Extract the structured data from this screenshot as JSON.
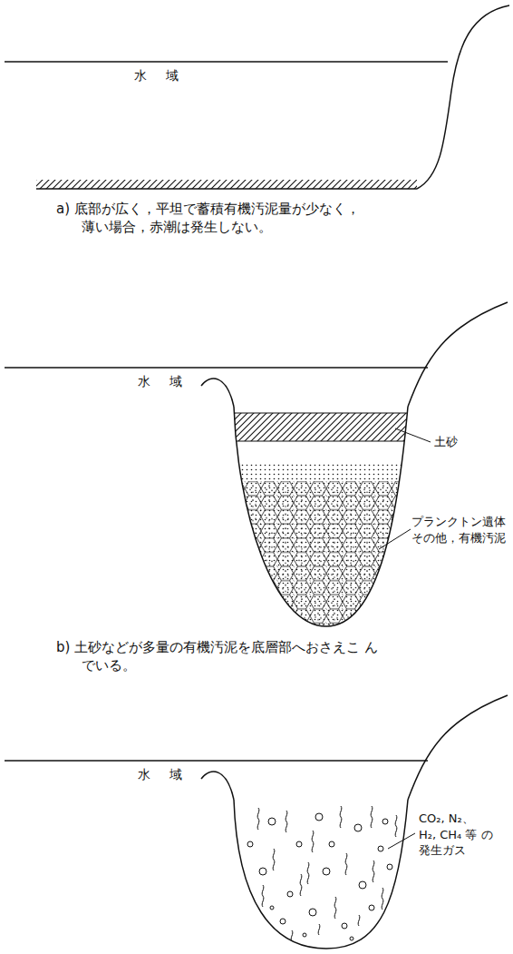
{
  "diagram": {
    "labels": [
      "水 域",
      "a) 底部が広く，平坦で蓄積有機汚泥量が少なく， 薄い場合，赤潮は発生しない。",
      "水 域",
      "土砂",
      "プランクトン遺体 その他，有機汚泥",
      "b) 土砂などが多量の有機汚泥を底層部へおさえこ んでいる。",
      "水 域",
      "CO₂, N₂、 H₂, CH₄ 等 の発生ガス"
    ]
  }
}
